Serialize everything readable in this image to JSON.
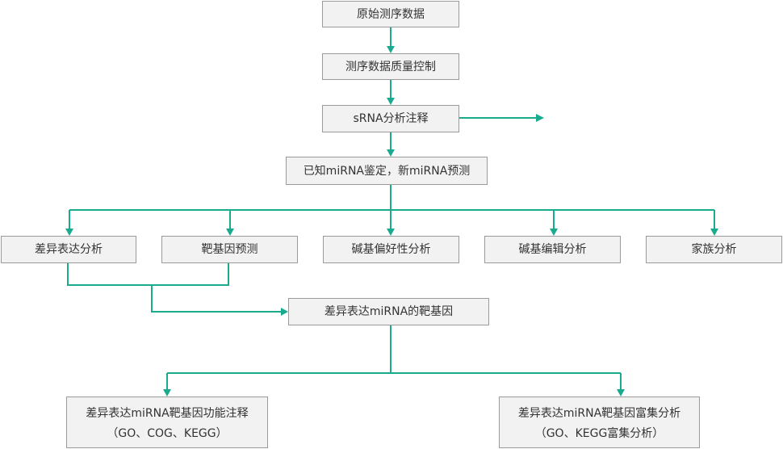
{
  "colors": {
    "connector": "#1aab8f",
    "node_fill": "#f2f2f2",
    "node_border": "#9a9a9a",
    "text": "#333333"
  },
  "nodes": {
    "raw_data": "原始测序数据",
    "qc": "测序数据质量控制",
    "srna_annotation": "sRNA分析注释",
    "mirna_identify": "已知miRNA鉴定，新miRNA预测",
    "diff_expression": "差异表达分析",
    "target_prediction": "靶基因预测",
    "base_bias": "碱基偏好性分析",
    "base_editing": "碱基编辑分析",
    "family": "家族分析",
    "diff_targets": "差异表达miRNA的靶基因",
    "func_annotation": {
      "line1": "差异表达miRNA靶基因功能注释",
      "line2": "（GO、COG、KEGG）"
    },
    "enrichment": {
      "line1": "差异表达miRNA靶基因富集分析",
      "line2": "（GO、KEGG富集分析）"
    }
  }
}
